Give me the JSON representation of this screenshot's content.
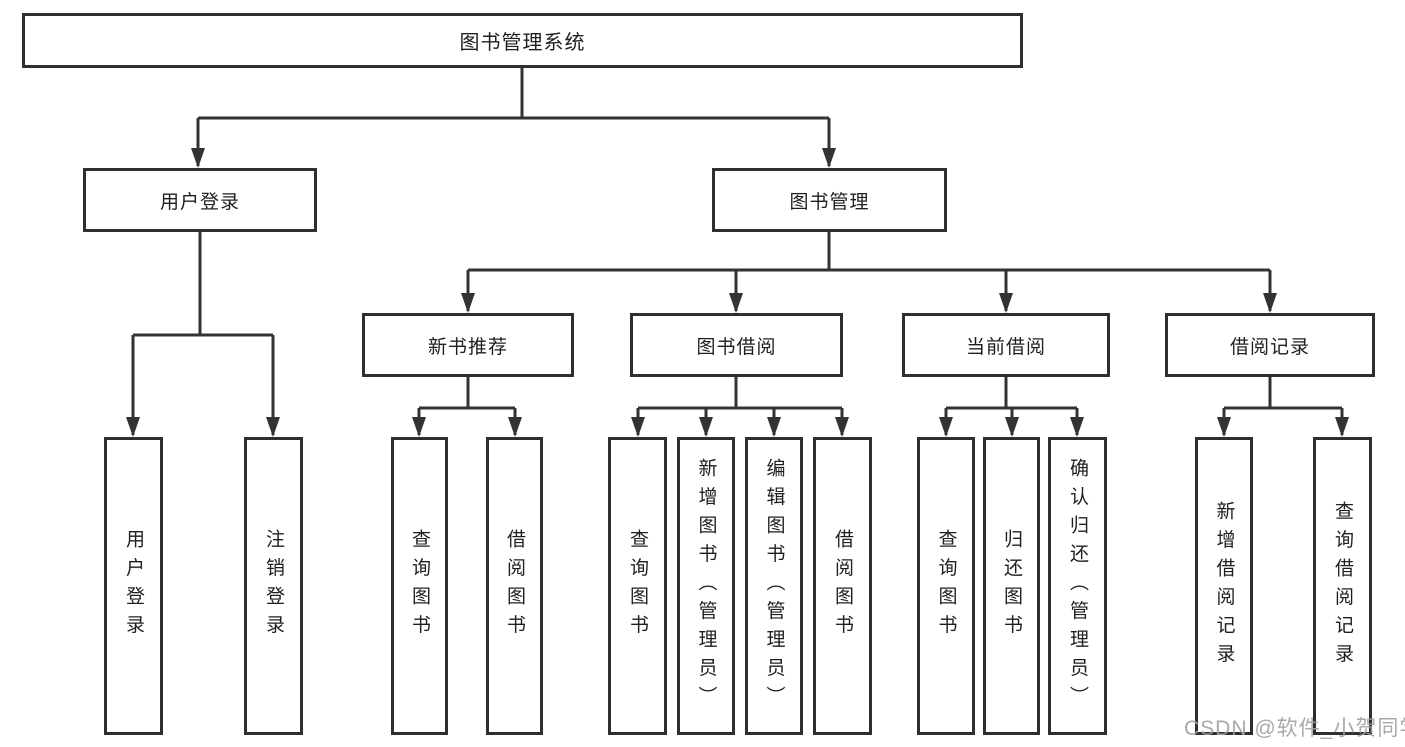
{
  "tree": {
    "root": {
      "label": "图书管理系统"
    },
    "branches": [
      {
        "label": "用户登录",
        "children": [
          {
            "label": "用户登录"
          },
          {
            "label": "注销登录"
          }
        ]
      },
      {
        "label": "图书管理",
        "children": [
          {
            "label": "新书推荐",
            "children": [
              {
                "label": "查询图书"
              },
              {
                "label": "借阅图书"
              }
            ]
          },
          {
            "label": "图书借阅",
            "children": [
              {
                "label": "查询图书"
              },
              {
                "label": "新增图书（管理员）"
              },
              {
                "label": "编辑图书（管理员）"
              },
              {
                "label": "借阅图书"
              }
            ]
          },
          {
            "label": "当前借阅",
            "children": [
              {
                "label": "查询图书"
              },
              {
                "label": "归还图书"
              },
              {
                "label": "确认归还（管理员）"
              }
            ]
          },
          {
            "label": "借阅记录",
            "children": [
              {
                "label": "新增借阅记录"
              },
              {
                "label": "查询借阅记录"
              }
            ]
          }
        ]
      }
    ]
  },
  "watermark": {
    "text": "CSDN @软件_小贺同学"
  },
  "colors": {
    "line": "#333333",
    "box_border": "#2f2f2f",
    "text": "#1f1f1f",
    "watermark": "#a0a0a0",
    "background": "#ffffff"
  }
}
